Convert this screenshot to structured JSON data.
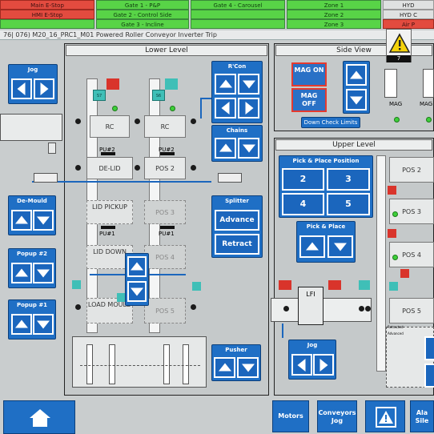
{
  "status_bar": {
    "row1": [
      "Main E-Stop",
      "Gate 1 - P&P",
      "Gate 4 - Carousel",
      "Zone 1",
      "HYD"
    ],
    "row2": [
      "HMI E-Stop",
      "Gate 2 - Control Side",
      "",
      "Zone 2",
      "HYD C"
    ],
    "row3": [
      "",
      "Gate 3 - Incline",
      "",
      "Zone 3",
      "Air P"
    ]
  },
  "alarm_text": "76| 076) M20_16_PRC1_M01 Powered Roller Conveyor Inverter Trip",
  "warning_count": "7",
  "lower_level": {
    "title": "Lower Level",
    "station_labels": [
      "RC",
      "RC",
      "DE-LID",
      "POS 2",
      "LID PICKUP",
      "POS 3",
      "LID DOWN",
      "POS 4",
      "LOAD MOULD",
      "POS 5"
    ],
    "pu_labels": [
      "PU#2",
      "PU#2",
      "PU#1",
      "PU#1"
    ],
    "sensor_labels": [
      "S7",
      "S6"
    ]
  },
  "controls": {
    "jog": "Jog",
    "de_mould": "De-Mould",
    "popup2": "Popup #2",
    "popup1": "Popup #1",
    "rcon": "R'Con",
    "chains": "Chains",
    "splitter": "Splitter",
    "advance": "Advance",
    "retract": "Retract",
    "pusher": "Pusher"
  },
  "side_view": {
    "title": "Side View",
    "mag_on": "MAG ON",
    "mag_off": "MAG OFF",
    "down_check": "Down Check Limits",
    "mag_label_1": "MAG",
    "mag_label_2": "MAG"
  },
  "upper_level": {
    "title": "Upper Level",
    "pick_place_position": "Pick & Place Position",
    "positions": [
      "2",
      "3",
      "4",
      "5"
    ],
    "pick_place": "Pick & Place",
    "pos_labels": [
      "POS 2",
      "POS 3",
      "POS 4",
      "POS 5"
    ],
    "lfi": "LFI",
    "jog": "Jog",
    "small_labels": [
      "Retracted",
      "Advanced"
    ]
  },
  "bottom": {
    "motors": "Motors",
    "conveyors_jog": "Conveyors Jog",
    "alarm_partial": "Ala Sile"
  },
  "colors": {
    "accent_blue": "#1f6fc5",
    "status_green": "#58d447",
    "status_red": "#e34b3f",
    "indicator_green": "#3ecf3a",
    "sensor_cyan": "#3fbfb7"
  }
}
